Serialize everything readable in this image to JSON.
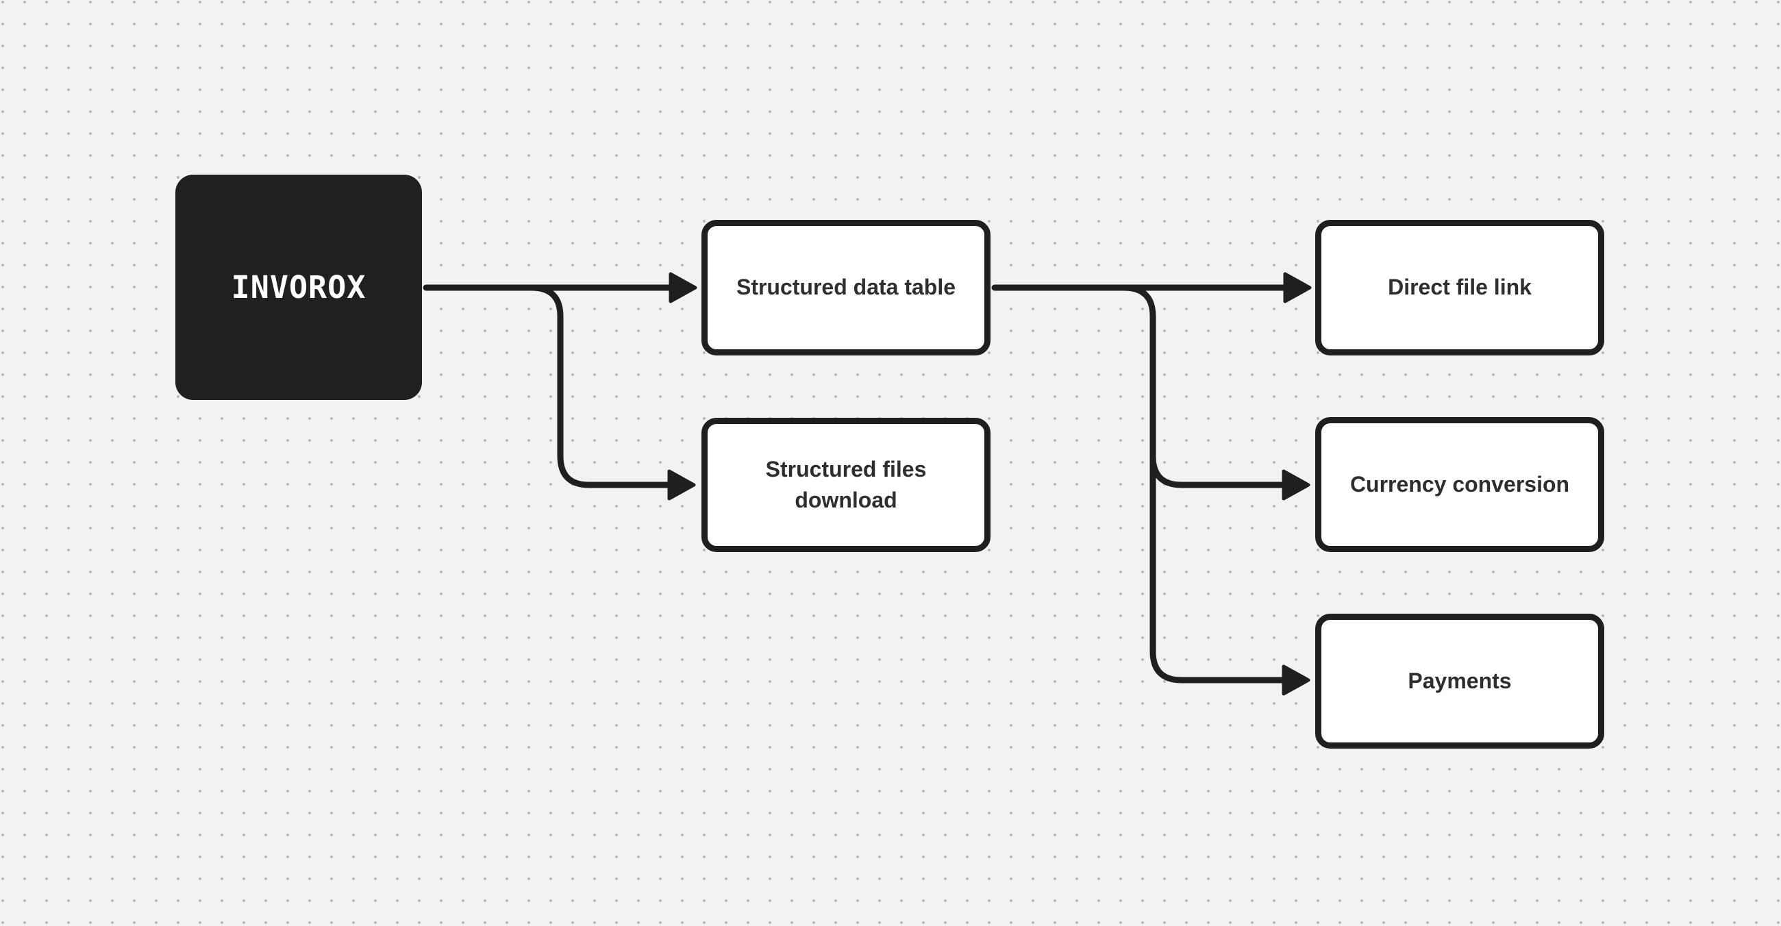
{
  "diagram": {
    "nodes": [
      {
        "id": "invorox",
        "label": "INVOROX",
        "variant": "dark"
      },
      {
        "id": "structured-data-table",
        "label": "Structured data table",
        "variant": "light"
      },
      {
        "id": "structured-files-download",
        "label": "Structured files download",
        "variant": "light"
      },
      {
        "id": "direct-file-link",
        "label": "Direct file link",
        "variant": "light"
      },
      {
        "id": "currency-conversion",
        "label": "Currency conversion",
        "variant": "light"
      },
      {
        "id": "payments",
        "label": "Payments",
        "variant": "light"
      }
    ],
    "edges": [
      {
        "from": "invorox",
        "to": "structured-data-table"
      },
      {
        "from": "invorox",
        "to": "structured-files-download"
      },
      {
        "from": "structured-data-table",
        "to": "direct-file-link"
      },
      {
        "from": "structured-data-table",
        "to": "currency-conversion"
      },
      {
        "from": "structured-data-table",
        "to": "payments"
      }
    ],
    "colors": {
      "background": "#f2f2f1",
      "grid_dot": "#b9b9b9",
      "stroke": "#1f1f1f",
      "node_fill": "#ffffff",
      "node_text": "#2e2e2e",
      "dark_node_fill": "#202020",
      "dark_node_text": "#ffffff"
    }
  }
}
